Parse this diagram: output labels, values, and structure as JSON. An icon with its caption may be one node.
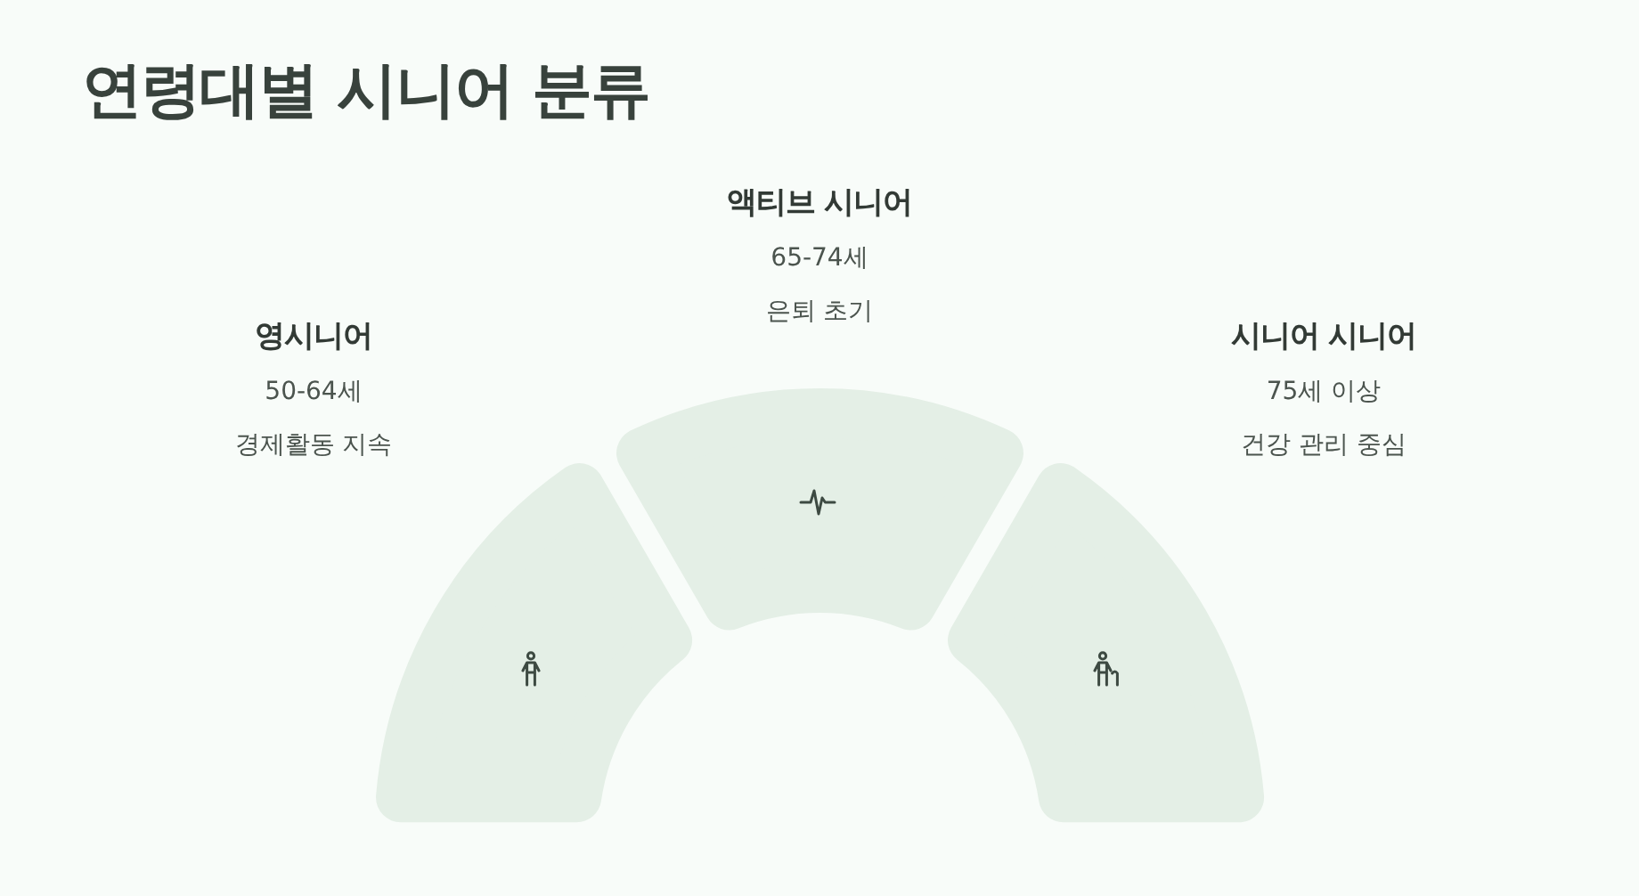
{
  "diagram": {
    "title": "연령대별 시니어 분류",
    "nodes": [
      {
        "text": [],
        "shape": "arc",
        "beside": [
          "영시니어",
          "50-64세",
          "경제활동 지속"
        ]
      },
      {
        "text": [],
        "shape": "arc",
        "beside": [
          "액티브 시니어",
          "65-74세",
          "은퇴 초기"
        ]
      },
      {
        "text": [],
        "shape": "arc",
        "beside": [
          "시니어 시니어",
          "75세 이상",
          "건강 관리 중심"
        ]
      }
    ]
  }
}
